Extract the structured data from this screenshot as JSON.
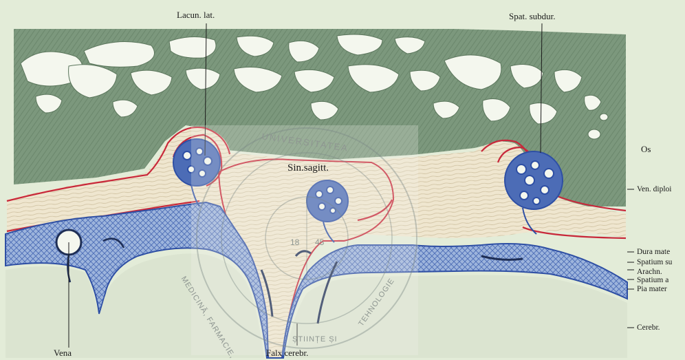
{
  "labels": {
    "lacun_lat": "Lacun. lat.",
    "spat_subdur": "Spat. subdur.",
    "sin_sagitt": "Sin.sagitt.",
    "os": "Os",
    "ven_diploe": "Ven. diploi",
    "dura_mater": "Dura mate",
    "spatium_sub": "Spatium su",
    "arachn": "Arachn.",
    "spatium_a": "Spatium a",
    "pia_mater": "Pia mater",
    "cerebr": "Cerebr.",
    "vena": "Vena",
    "falx_cerebr": "Falx cerebr."
  },
  "watermark": {
    "top_text": "UNIVERSITATEA",
    "left_text": "MEDICINĂ, FARMACIE,",
    "right_text": "TEHNOLOGIE",
    "bottom_text": "ȘTIINȚE ȘI",
    "center_left": "18",
    "center_right": "45"
  },
  "colors": {
    "bone": "#7f9a80",
    "dura": "#eee4cc",
    "red_line": "#c8283a",
    "blue_tissue": "#3f5fb0",
    "blue_light": "#8ea9d6",
    "cerebrum": "#d9e3cf",
    "background": "#e3ecd8"
  }
}
